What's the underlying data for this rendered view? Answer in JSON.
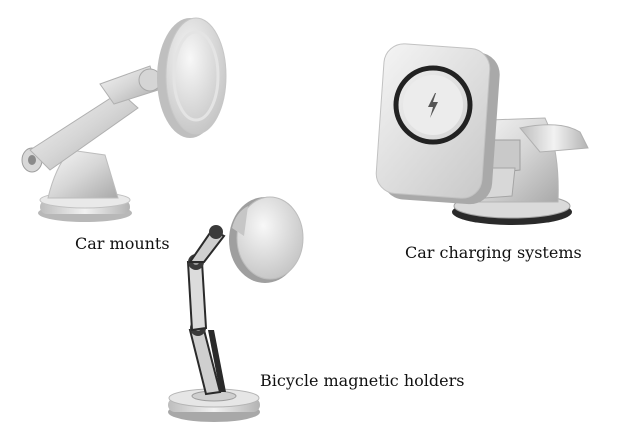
{
  "captions": {
    "car_mounts": "Car mounts",
    "car_charging": "Car charging systems",
    "bicycle_holders": "Bicycle magnetic holders"
  },
  "colors": {
    "metal_light": "#eeeeee",
    "metal_mid": "#cfcfcf",
    "metal_dark": "#9a9a9a",
    "charging_ring": "#222222",
    "hinge_black": "#2a2a2a"
  },
  "icons": {
    "charge": "lightning-bolt-icon"
  }
}
